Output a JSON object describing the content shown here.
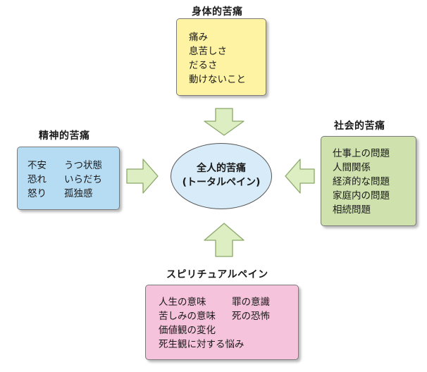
{
  "colors": {
    "physical_fill": "#fdf3a3",
    "mental_fill": "#b6dcf4",
    "social_fill": "#cfe2ad",
    "spiritual_fill": "#f6c3dc",
    "center_fill": "#d7ecf8",
    "arrow_fill": "#ddeec2",
    "arrow_stroke": "#8aa86a"
  },
  "center": {
    "line1": "全人的苦痛",
    "line2": "(トータルペイン)"
  },
  "physical": {
    "heading": "身体的苦痛",
    "items": [
      "痛み",
      "息苦しさ",
      "だるさ",
      "動けないこと"
    ]
  },
  "mental": {
    "heading": "精神的苦痛",
    "rows": [
      [
        "不安",
        "うつ状態"
      ],
      [
        "恐れ",
        "いらだち"
      ],
      [
        "怒り",
        "孤独感"
      ]
    ]
  },
  "social": {
    "heading": "社会的苦痛",
    "items": [
      "仕事上の問題",
      "人間関係",
      "経済的な問題",
      "家庭内の問題",
      "相続問題"
    ]
  },
  "spiritual": {
    "heading": "スピリチュアルペイン",
    "rows": [
      [
        "人生の意味",
        "罪の意識"
      ],
      [
        "苦しみの意味",
        "死の恐怖"
      ]
    ],
    "items": [
      "価値観の変化",
      "死生観に対する悩み"
    ]
  }
}
